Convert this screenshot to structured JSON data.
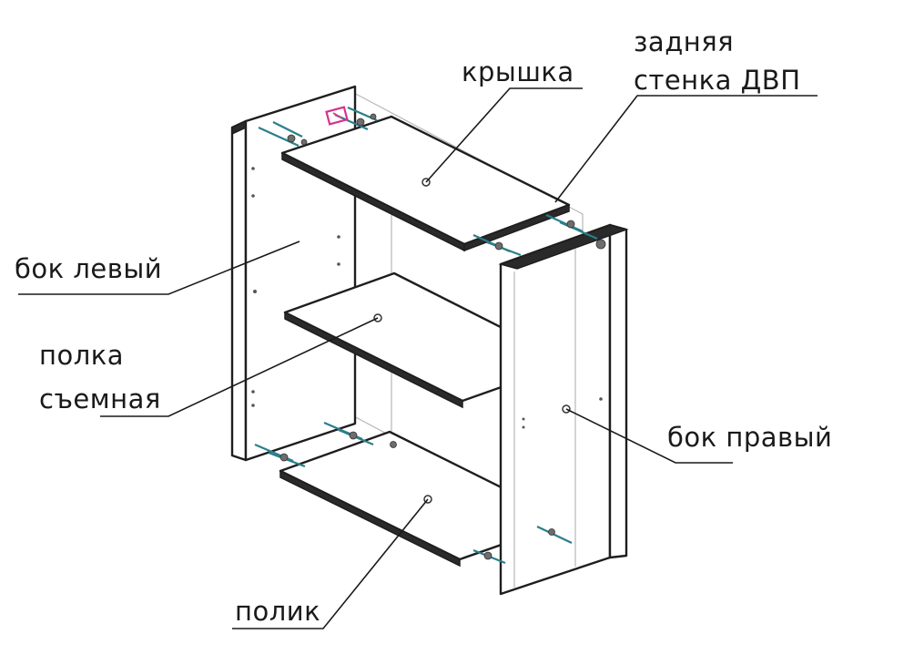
{
  "diagram": {
    "labels": {
      "top_panel": "крышка",
      "back_panel_line1": "задняя",
      "back_panel_line2": "стенка ДВП",
      "left_side": "бок левый",
      "shelf_line1": "полка",
      "shelf_line2": "съемная",
      "right_side": "бок правый",
      "bottom_panel": "полик"
    },
    "colors": {
      "outline": "#1e1e1e",
      "fittings": "#2a7f8a",
      "highlight": "#d6338f",
      "background": "#ffffff"
    }
  }
}
